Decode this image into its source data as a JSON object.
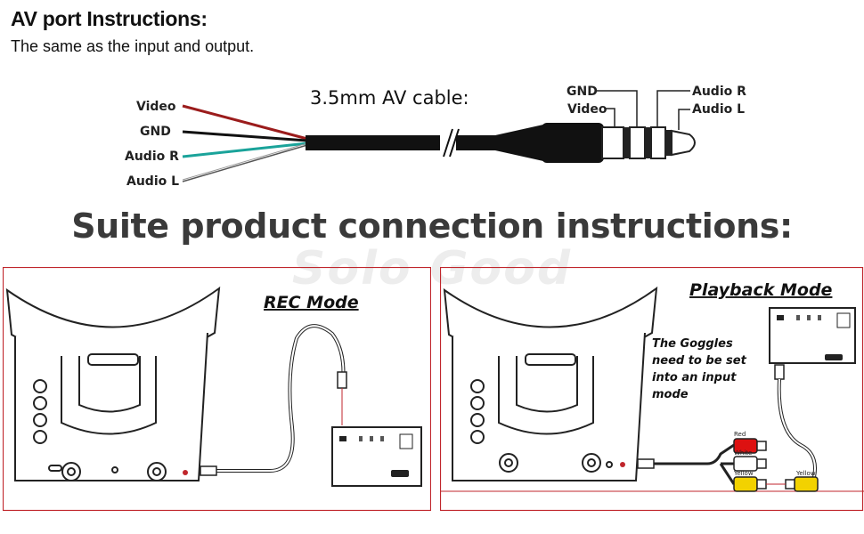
{
  "header": {
    "title": "AV port Instructions:",
    "subtitle": "The same as the input and output."
  },
  "cable": {
    "title": "3.5mm AV  cable:",
    "wires": [
      "Video",
      "GND",
      "Audio R",
      "Audio L"
    ],
    "plug_labels": {
      "gnd": "GND",
      "video": "Video",
      "audio_r": "Audio R",
      "audio_l": "Audio L"
    }
  },
  "suite_title": "Suite product connection instructions:",
  "watermark": "Solo Good",
  "panels": {
    "rec": {
      "title": "REC Mode"
    },
    "playback": {
      "title": "Playback Mode",
      "note": [
        "The Goggles",
        "need to be set",
        "into an input",
        "mode"
      ],
      "rca_labels": [
        "Red",
        "White",
        "Yellow",
        "Yellow"
      ]
    }
  },
  "colors": {
    "frame": "#c0262c",
    "video_wire": "#9b1c1c",
    "audio_r_wire": "#1aa39a",
    "rca_red": "#d11",
    "rca_yellow": "#f2d200"
  }
}
